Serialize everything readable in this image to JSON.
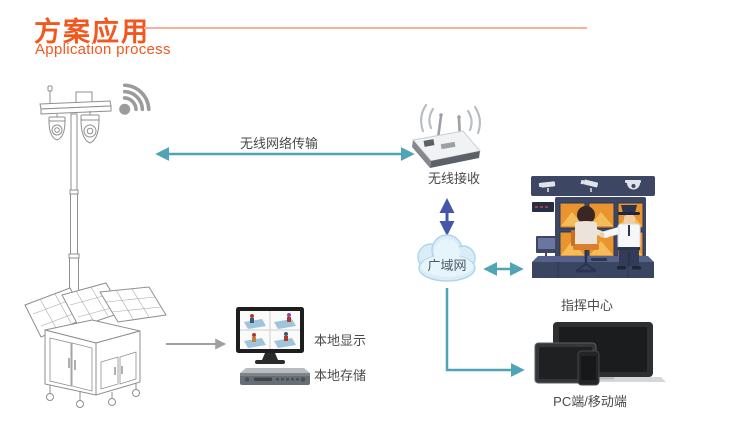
{
  "header": {
    "title_cn": "方案应用",
    "title_en": "Application process"
  },
  "labels": {
    "wireless_transmission": "无线网络传输",
    "wireless_receiver": "无线接收",
    "wan_cloud": "广域网",
    "command_center": "指挥中心",
    "pc_mobile": "PC端/移动端",
    "local_display": "本地显示",
    "local_storage": "本地存储"
  },
  "icons": {
    "tower": "solar-surveillance-tower-illustration",
    "wifi": "wifi-signal-icon",
    "receiver": "wireless-receiver-icon",
    "cloud": "wan-cloud-icon",
    "command_center": "command-center-illustration",
    "pc_mobile": "pc-mobile-devices-icon",
    "local_display": "quad-view-monitor-icon",
    "local_storage": "dvr-storage-icon"
  },
  "colors": {
    "accent": "#f4571e",
    "accent_line": "#f6b29a",
    "teal_arrow": "#4fa4b6",
    "indigo_arrow": "#4656a9",
    "gray_arrow": "#a0a0a0",
    "label_text": "#4a4a4a"
  }
}
